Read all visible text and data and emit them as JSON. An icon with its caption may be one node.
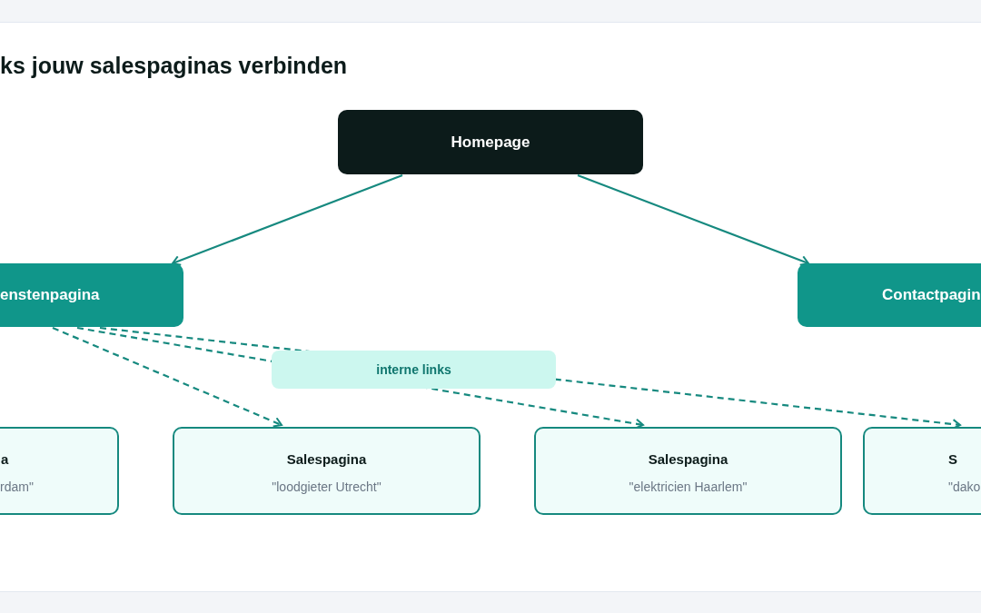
{
  "diagram": {
    "title": "ks jouw salespaginas verbinden",
    "nodes": [
      {
        "text": [
          "Homepage"
        ]
      },
      {
        "text": [
          "enstenpagina"
        ]
      },
      {
        "text": [
          "Contactpagin"
        ]
      },
      {
        "text": [
          "a",
          "rdam\""
        ]
      },
      {
        "text": [
          "Salespagina",
          "\"loodgieter Utrecht\""
        ]
      },
      {
        "text": [
          "Salespagina",
          "\"elektricien Haarlem\""
        ]
      },
      {
        "text": [
          "S",
          "\"dako"
        ]
      }
    ],
    "edges": [
      {
        "from": 0,
        "to": 1,
        "arrow": "to"
      },
      {
        "from": 0,
        "to": 2,
        "arrow": "to"
      },
      {
        "from": 1,
        "to": 4,
        "arrow": "to",
        "style": "dashed"
      },
      {
        "from": 1,
        "to": 5,
        "arrow": "to",
        "style": "dashed",
        "label": "interne links"
      },
      {
        "from": 1,
        "to": 6,
        "arrow": "to",
        "style": "dashed"
      }
    ]
  }
}
